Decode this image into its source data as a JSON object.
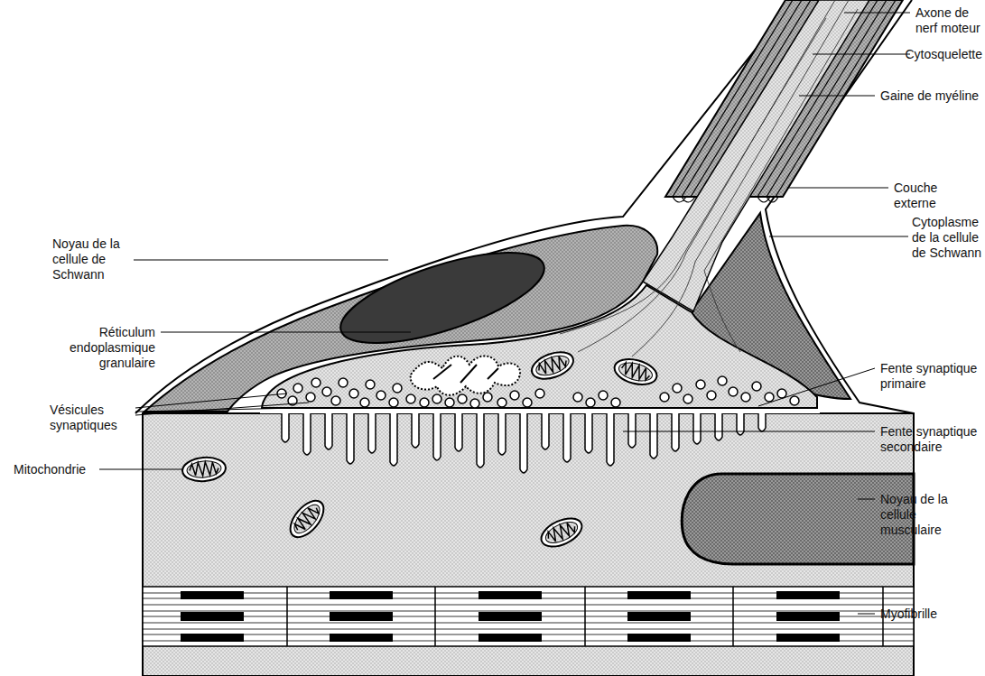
{
  "diagram": {
    "labels": [
      "Axone de nerf moteur",
      "Cytosquelette",
      "Gaine de myéline",
      "Couche externe",
      "Cytoplasme de la cellule de Schwann",
      "Fente synaptique primaire",
      "Fente synaptique secondaire",
      "Noyau de la cellule musculaire",
      "Myofibrille",
      "Noyau de la cellule de Schwann",
      "Réticulum endoplasmique granulaire",
      "Vésicules synaptiques",
      "Mitochondrie"
    ]
  }
}
